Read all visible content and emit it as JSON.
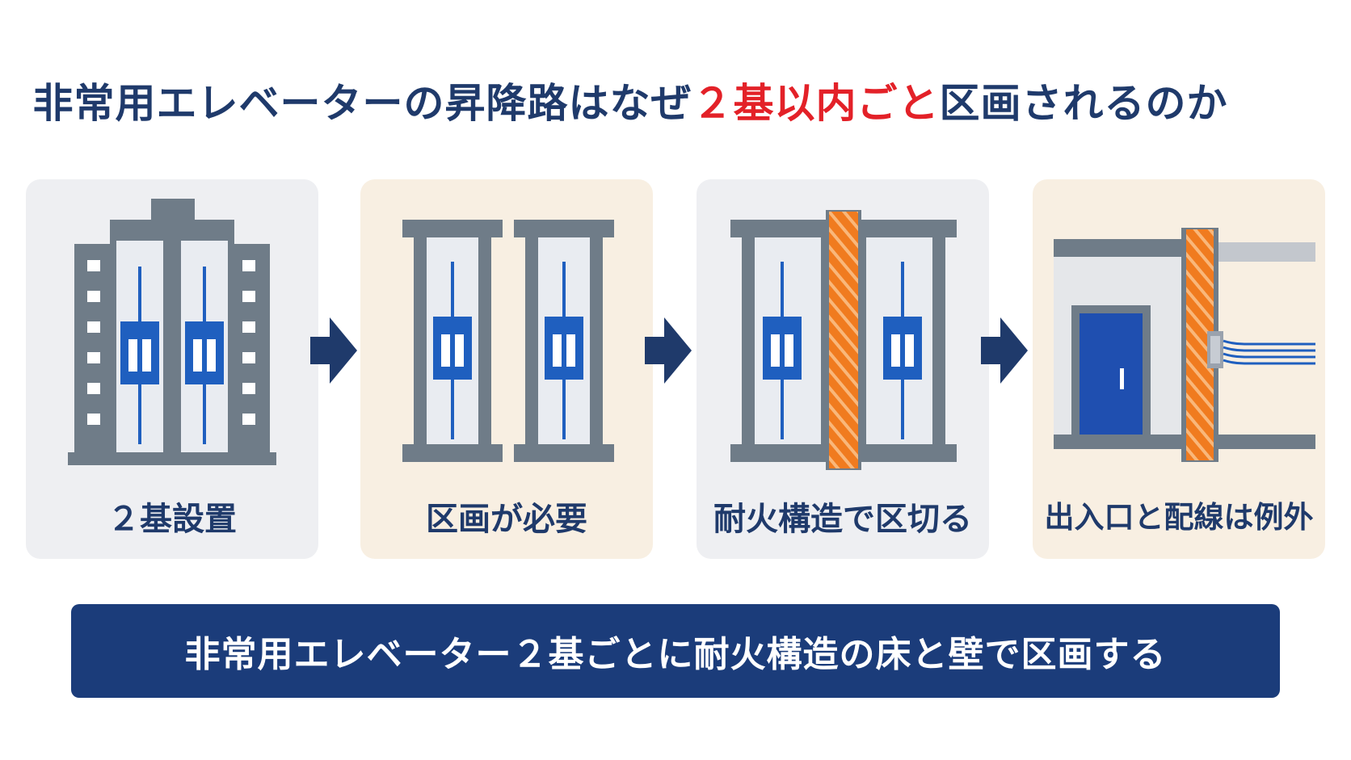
{
  "title": {
    "before": "非常用エレベーターの昇降路はなぜ",
    "highlight": "２基以内ごと",
    "after": "区画されるのか"
  },
  "steps": [
    {
      "label": "２基設置",
      "icon": "building-two-elevators-icon"
    },
    {
      "label": "区画が必要",
      "icon": "separated-shafts-icon"
    },
    {
      "label": "耐火構造で区切る",
      "icon": "fire-resistant-wall-icon"
    },
    {
      "label": "出入口と配線は例外",
      "icon": "doorway-and-wiring-icon"
    }
  ],
  "banner": {
    "text": "非常用エレベーター２基ごとに耐火構造の床と壁で区画する"
  },
  "colors": {
    "navy": "#1f3a6b",
    "accent_red": "#e32128",
    "elevator_blue": "#1f5fbf",
    "fire_orange": "#f07b1f",
    "structure_gray": "#6f7c88",
    "panel_gray": "#eeeff2",
    "panel_beige": "#f8efe2"
  }
}
